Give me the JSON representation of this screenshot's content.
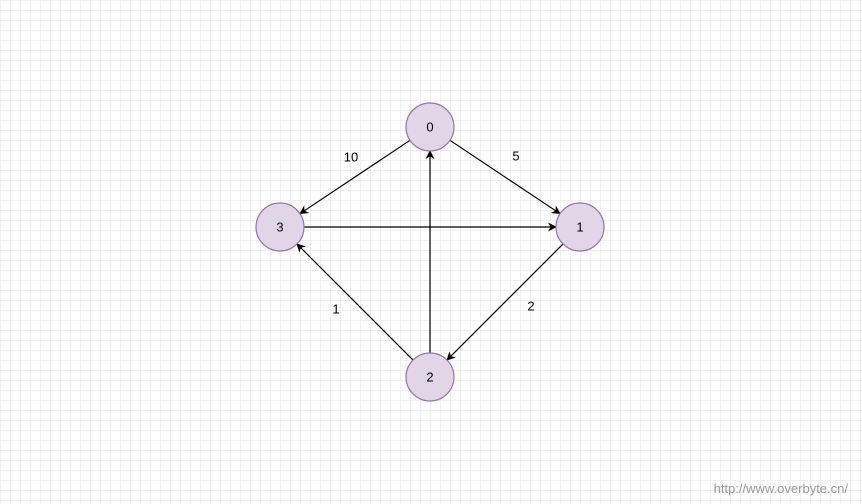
{
  "diagram": {
    "colors": {
      "node_fill": "#e1d5e7",
      "node_stroke": "#9673a6",
      "edge": "#000000"
    },
    "nodes": [
      {
        "id": "0",
        "label": "0"
      },
      {
        "id": "1",
        "label": "1"
      },
      {
        "id": "2",
        "label": "2"
      },
      {
        "id": "3",
        "label": "3"
      }
    ],
    "edges": [
      {
        "from": "0",
        "to": "1",
        "weight": "5"
      },
      {
        "from": "0",
        "to": "3",
        "weight": "10"
      },
      {
        "from": "3",
        "to": "1",
        "weight": ""
      },
      {
        "from": "1",
        "to": "2",
        "weight": "2"
      },
      {
        "from": "2",
        "to": "3",
        "weight": "1"
      },
      {
        "from": "2",
        "to": "0",
        "weight": ""
      }
    ]
  },
  "watermark": "http://www.overbyte.cn/"
}
